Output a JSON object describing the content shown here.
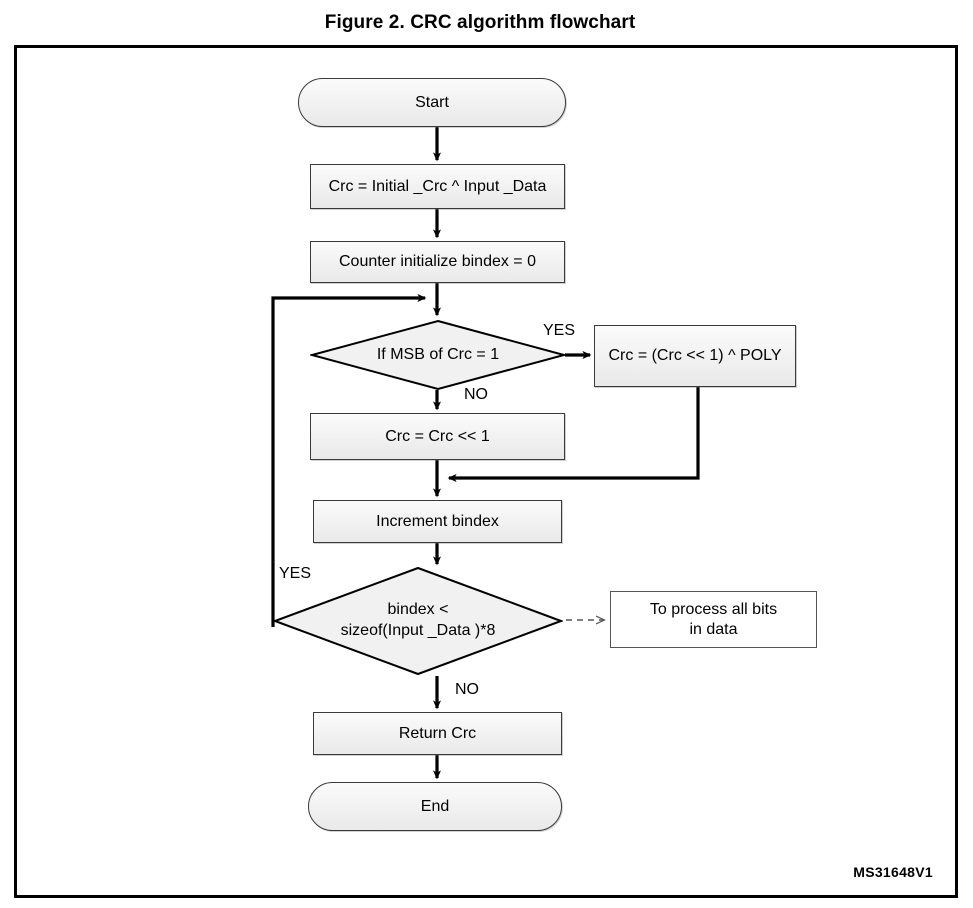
{
  "figure": {
    "title": "Figure 2. CRC algorithm flowchart",
    "id_code": "MS31648V1"
  },
  "chart_data": {
    "type": "diagram",
    "diagram_kind": "flowchart",
    "title": "Figure 2. CRC algorithm flowchart",
    "nodes": [
      {
        "id": "start",
        "shape": "terminator",
        "label": "Start"
      },
      {
        "id": "init_crc",
        "shape": "process",
        "label": "Crc = Initial _Crc ^ Input _Data"
      },
      {
        "id": "init_counter",
        "shape": "process",
        "label": "Counter initialize bindex = 0"
      },
      {
        "id": "msb_check",
        "shape": "decision",
        "label": "If MSB of Crc = 1"
      },
      {
        "id": "poly_xor",
        "shape": "process",
        "label": "Crc = (Crc << 1) ^ POLY"
      },
      {
        "id": "shift_left",
        "shape": "process",
        "label": "Crc = Crc << 1"
      },
      {
        "id": "increment",
        "shape": "process",
        "label": "Increment bindex"
      },
      {
        "id": "loop_check",
        "shape": "decision",
        "label": "bindex <\nsizeof(Input _Data )*8"
      },
      {
        "id": "note",
        "shape": "note",
        "label": "To process all bits\nin data"
      },
      {
        "id": "return_crc",
        "shape": "process",
        "label": "Return Crc"
      },
      {
        "id": "end",
        "shape": "terminator",
        "label": "End"
      }
    ],
    "edges": [
      {
        "from": "start",
        "to": "init_crc",
        "label": ""
      },
      {
        "from": "init_crc",
        "to": "init_counter",
        "label": ""
      },
      {
        "from": "init_counter",
        "to": "msb_check",
        "label": ""
      },
      {
        "from": "msb_check",
        "to": "poly_xor",
        "label": "YES"
      },
      {
        "from": "msb_check",
        "to": "shift_left",
        "label": "NO"
      },
      {
        "from": "poly_xor",
        "to": "increment",
        "label": ""
      },
      {
        "from": "shift_left",
        "to": "increment",
        "label": ""
      },
      {
        "from": "increment",
        "to": "loop_check",
        "label": ""
      },
      {
        "from": "loop_check",
        "to": "msb_check",
        "label": "YES"
      },
      {
        "from": "loop_check",
        "to": "return_crc",
        "label": "NO"
      },
      {
        "from": "loop_check",
        "to": "note",
        "label": "",
        "style": "dashed"
      },
      {
        "from": "return_crc",
        "to": "end",
        "label": ""
      }
    ],
    "edge_labels": {
      "msb_yes": "YES",
      "msb_no": "NO",
      "loop_yes": "YES",
      "loop_no": "NO"
    }
  },
  "flowchart": {
    "start": "Start",
    "init_crc": "Crc = Initial _Crc ^ Input _Data",
    "init_counter": "Counter initialize bindex = 0",
    "msb_check": "If MSB of Crc = 1",
    "poly_xor": "Crc = (Crc << 1) ^ POLY",
    "shift_left": "Crc = Crc << 1",
    "increment": "Increment bindex",
    "loop_check_line1": "bindex <",
    "loop_check_line2": "sizeof(Input _Data )*8",
    "note_line1": "To process all bits",
    "note_line2": "in data",
    "return_crc": "Return Crc",
    "end": "End",
    "label_yes_msb": "YES",
    "label_no_msb": "NO",
    "label_yes_loop": "YES",
    "label_no_loop": "NO"
  },
  "colors": {
    "node_fill": "#f1f1f1",
    "node_border": "#3a3a3a",
    "line": "#000000",
    "note_border": "#555555",
    "frame": "#000000",
    "text": "#000000"
  }
}
